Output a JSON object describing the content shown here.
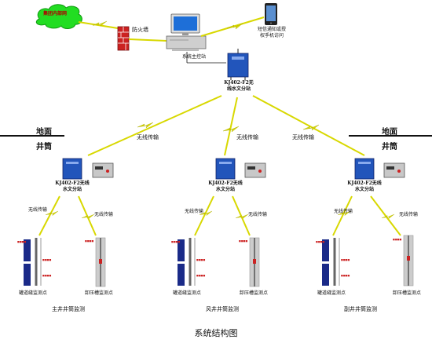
{
  "cloud_label": "集团内部网",
  "firewall_label": "防火墙",
  "main_station_label": "系统主控站",
  "phone_label_line1": "短信通知或授",
  "phone_label_line2": "权手机访问",
  "central_substation_line1": "KJ402-F2无",
  "central_substation_line2": "线水文分站",
  "ground_label_left": "地面",
  "shaft_label_left": "井筒",
  "ground_label_right": "地面",
  "shaft_label_right": "井筒",
  "wireless_label": "无线传输",
  "substation_line1": "KJ402-F2无线",
  "substation_line2": "水文分站",
  "left_point_label": "罐道缝监测点",
  "right_point_label": "卸压槽监测点",
  "group_labels": [
    "主井井筒监测",
    "风井井筒监测",
    "副井井筒监测"
  ],
  "system_title": "系统结构图",
  "colors": {
    "cloud": "#22dd22",
    "firewall": "#cc2222",
    "link": "#d8d800",
    "device": "#2255bb"
  }
}
